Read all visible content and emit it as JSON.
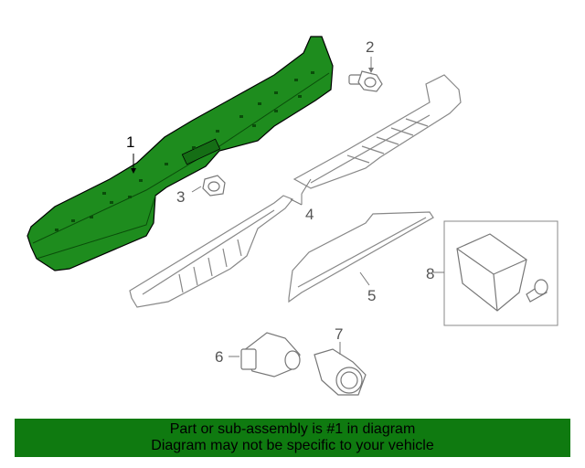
{
  "callouts": {
    "c1": "1",
    "c2": "2",
    "c3": "3",
    "c4": "4",
    "c5": "5",
    "c6": "6",
    "c7": "7",
    "c8": "8"
  },
  "banner": {
    "line1": "Part or sub-assembly is #1 in diagram",
    "line2": "Diagram may not be specific to your vehicle"
  },
  "colors": {
    "highlight": "#1e8c1e",
    "banner": "#0f7a10",
    "outline": "#777777"
  }
}
